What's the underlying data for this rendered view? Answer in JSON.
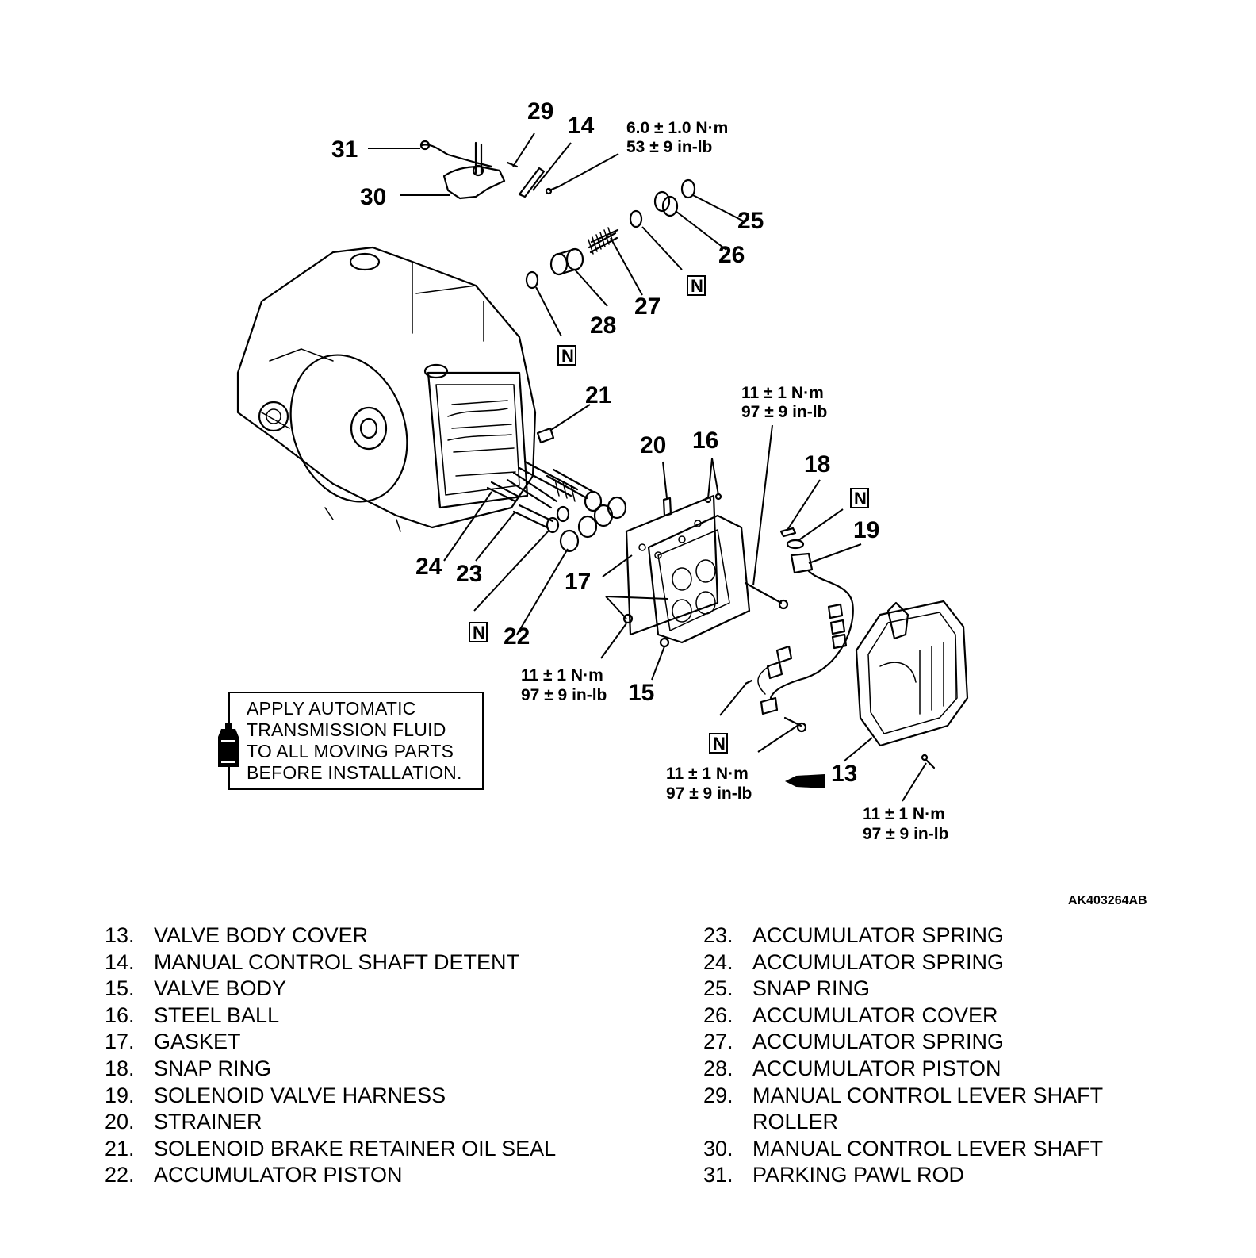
{
  "callouts": {
    "c29": "29",
    "c14": "14",
    "c31": "31",
    "c30": "30",
    "c25": "25",
    "c26": "26",
    "c27": "27",
    "c28": "28",
    "c21": "21",
    "c20": "20",
    "c16": "16",
    "c18": "18",
    "c19": "19",
    "c17": "17",
    "c24": "24",
    "c23": "23",
    "c22": "22",
    "c15": "15",
    "c13": "13"
  },
  "torque": {
    "t1": [
      "6.0 ± 1.0 N·m",
      "53 ± 9 in-lb"
    ],
    "t2": [
      "11 ± 1 N·m",
      "97 ± 9 in-lb"
    ],
    "t3": [
      "11 ± 1 N·m",
      "97 ± 9 in-lb"
    ],
    "t4": [
      "11 ± 1 N·m",
      "97 ± 9 in-lb"
    ],
    "t5": [
      "11 ± 1 N·m",
      "97 ± 9 in-lb"
    ]
  },
  "n_mark": "N",
  "note": {
    "icon": "fluid-bottle-icon",
    "lines": [
      "APPLY AUTOMATIC",
      "TRANSMISSION FLUID",
      "TO ALL MOVING PARTS",
      "BEFORE INSTALLATION."
    ]
  },
  "figure_code": "AK403264AB",
  "legend": {
    "left": [
      {
        "num": "13.",
        "name": "VALVE BODY COVER"
      },
      {
        "num": "14.",
        "name": "MANUAL CONTROL SHAFT DETENT"
      },
      {
        "num": "15.",
        "name": "VALVE BODY"
      },
      {
        "num": "16.",
        "name": "STEEL BALL"
      },
      {
        "num": "17.",
        "name": "GASKET"
      },
      {
        "num": "18.",
        "name": "SNAP RING"
      },
      {
        "num": "19.",
        "name": "SOLENOID VALVE HARNESS"
      },
      {
        "num": "20.",
        "name": "STRAINER"
      },
      {
        "num": "21.",
        "name": "SOLENOID BRAKE RETAINER OIL SEAL"
      },
      {
        "num": "22.",
        "name": "ACCUMULATOR PISTON"
      }
    ],
    "right": [
      {
        "num": "23.",
        "name": "ACCUMULATOR SPRING"
      },
      {
        "num": "24.",
        "name": "ACCUMULATOR SPRING"
      },
      {
        "num": "25.",
        "name": "SNAP RING"
      },
      {
        "num": "26.",
        "name": "ACCUMULATOR COVER"
      },
      {
        "num": "27.",
        "name": "ACCUMULATOR SPRING"
      },
      {
        "num": "28.",
        "name": "ACCUMULATOR PISTON"
      },
      {
        "num": "29.",
        "name": "MANUAL CONTROL LEVER SHAFT",
        "cont": "ROLLER"
      },
      {
        "num": "30.",
        "name": "MANUAL CONTROL LEVER SHAFT"
      },
      {
        "num": "31.",
        "name": "PARKING PAWL ROD"
      }
    ]
  }
}
